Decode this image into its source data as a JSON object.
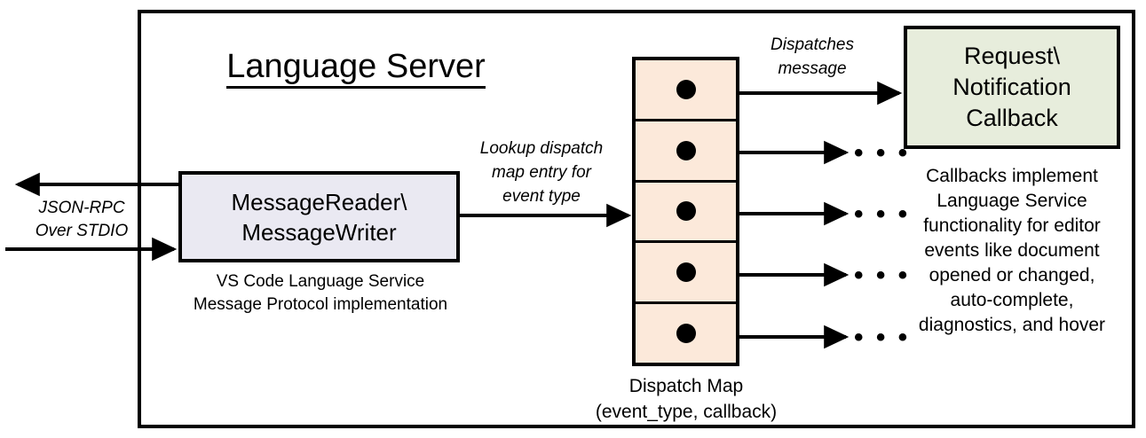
{
  "diagram": {
    "title": "Language Server",
    "external_io": {
      "label": "JSON-RPC\nOver STDIO",
      "outbound_arrow": "arrow-left-out",
      "inbound_arrow": "arrow-right-in"
    },
    "message_box": {
      "label": "MessageReader\\\nMessageWriter",
      "caption": "VS Code Language Service\nMessage Protocol implementation",
      "fill": "#eae9f2"
    },
    "lookup_arrow": {
      "label": "Lookup dispatch\nmap entry for\nevent type"
    },
    "dispatch_map": {
      "caption": "Dispatch Map\n(event_type, callback)",
      "fill": "#fce9da",
      "rows": [
        {
          "id": "row-1",
          "dot": "callback-dot"
        },
        {
          "id": "row-2",
          "dot": "callback-dot"
        },
        {
          "id": "row-3",
          "dot": "callback-dot"
        },
        {
          "id": "row-4",
          "dot": "callback-dot"
        },
        {
          "id": "row-5",
          "dot": "callback-dot"
        }
      ]
    },
    "dispatch_arrow": {
      "label": "Dispatches\nmessage"
    },
    "callback_box": {
      "label": "Request\\\nNotification\nCallback",
      "caption": "Callbacks implement\nLanguage Service\nfunctionality for editor\nevents like document\nopened or changed,\nauto-complete,\ndiagnostics, and hover",
      "fill": "#e7eddc"
    },
    "ellipses": [
      {
        "text": "• • •"
      },
      {
        "text": "• • •"
      },
      {
        "text": "• • •"
      },
      {
        "text": "• • •"
      }
    ],
    "colors": {
      "stroke": "#000000",
      "background": "#ffffff"
    }
  }
}
